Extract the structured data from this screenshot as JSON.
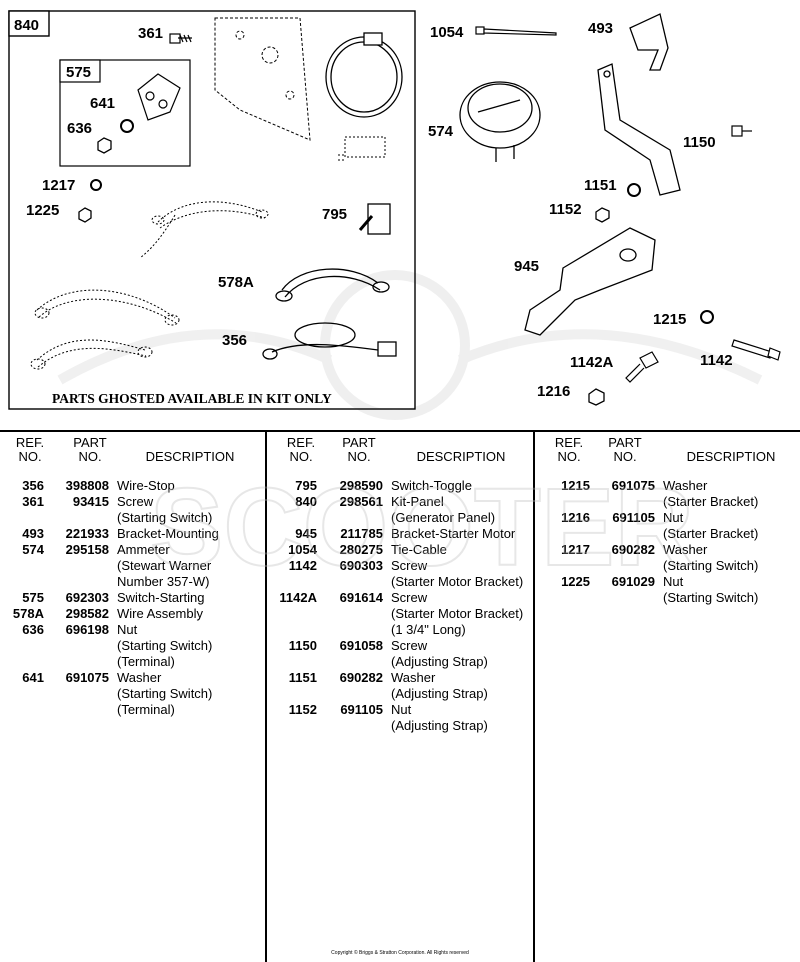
{
  "callouts": {
    "kit": "840",
    "n361": "361",
    "n575": "575",
    "n641": "641",
    "n636": "636",
    "n1217": "1217",
    "n1225": "1225",
    "n795": "795",
    "n578a": "578A",
    "n356": "356",
    "n1054": "1054",
    "n493": "493",
    "n574": "574",
    "n1150": "1150",
    "n1151": "1151",
    "n1152": "1152",
    "n945": "945",
    "n1215": "1215",
    "n1142a": "1142A",
    "n1142": "1142",
    "n1216": "1216"
  },
  "kit_note": "PARTS GHOSTED AVAILABLE IN KIT ONLY",
  "table": {
    "headers": {
      "ref1": "REF.",
      "ref2": "NO.",
      "part1": "PART",
      "part2": "NO.",
      "desc": "DESCRIPTION"
    },
    "col1": [
      {
        "ref": "356",
        "part": "398808",
        "desc": [
          "Wire-Stop"
        ]
      },
      {
        "ref": "361",
        "part": "93415",
        "desc": [
          "Screw",
          "(Starting Switch)"
        ]
      },
      {
        "ref": "493",
        "part": "221933",
        "desc": [
          "Bracket-Mounting"
        ]
      },
      {
        "ref": "574",
        "part": "295158",
        "desc": [
          "Ammeter",
          "(Stewart Warner",
          "Number 357-W)"
        ]
      },
      {
        "ref": "575",
        "part": "692303",
        "desc": [
          "Switch-Starting"
        ]
      },
      {
        "ref": "578A",
        "part": "298582",
        "desc": [
          "Wire Assembly"
        ]
      },
      {
        "ref": "636",
        "part": "696198",
        "desc": [
          "Nut",
          "(Starting Switch)",
          "(Terminal)"
        ]
      },
      {
        "ref": "641",
        "part": "691075",
        "desc": [
          "Washer",
          "(Starting Switch)",
          "(Terminal)"
        ]
      }
    ],
    "col2": [
      {
        "ref": "795",
        "part": "298590",
        "desc": [
          "Switch-Toggle"
        ]
      },
      {
        "ref": "840",
        "part": "298561",
        "desc": [
          "Kit-Panel",
          "(Generator Panel)"
        ]
      },
      {
        "ref": "945",
        "part": "211785",
        "desc": [
          "Bracket-Starter Motor"
        ]
      },
      {
        "ref": "1054",
        "part": "280275",
        "desc": [
          "Tie-Cable"
        ]
      },
      {
        "ref": "1142",
        "part": "690303",
        "desc": [
          "Screw",
          "(Starter Motor Bracket)"
        ]
      },
      {
        "ref": "1142A",
        "part": "691614",
        "desc": [
          "Screw",
          "(Starter Motor Bracket)",
          "(1 3/4\" Long)"
        ]
      },
      {
        "ref": "1150",
        "part": "691058",
        "desc": [
          "Screw",
          "(Adjusting Strap)"
        ]
      },
      {
        "ref": "1151",
        "part": "690282",
        "desc": [
          "Washer",
          "(Adjusting Strap)"
        ]
      },
      {
        "ref": "1152",
        "part": "691105",
        "desc": [
          "Nut",
          "(Adjusting Strap)"
        ]
      }
    ],
    "col3": [
      {
        "ref": "1215",
        "part": "691075",
        "desc": [
          "Washer",
          "(Starter Bracket)"
        ]
      },
      {
        "ref": "1216",
        "part": "691105",
        "desc": [
          "Nut",
          "(Starter Bracket)"
        ]
      },
      {
        "ref": "1217",
        "part": "690282",
        "desc": [
          "Washer",
          "(Starting Switch)"
        ]
      },
      {
        "ref": "1225",
        "part": "691029",
        "desc": [
          "Nut",
          "(Starting Switch)"
        ]
      }
    ]
  },
  "copyright": "Copyright © Briggs & Stratton Corporation. All Rights reserved",
  "watermark_text": "SCOOTER"
}
